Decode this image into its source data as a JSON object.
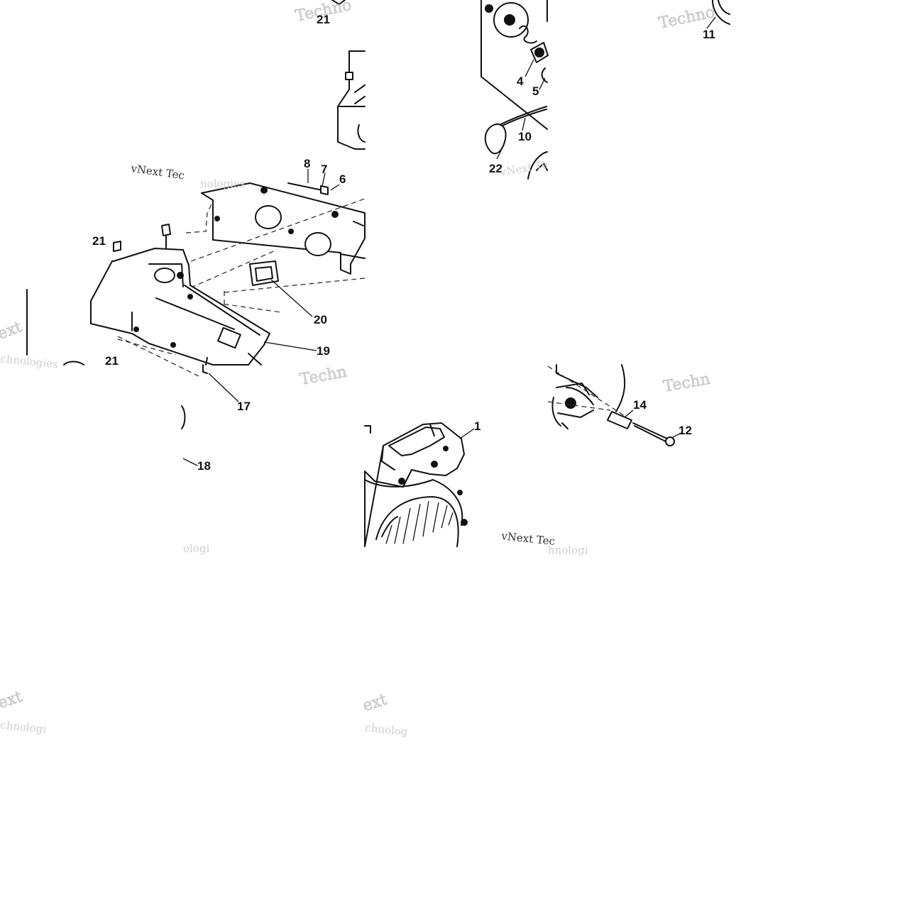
{
  "callouts": {
    "c21a": "21",
    "c11": "11",
    "c4": "4",
    "c5": "5",
    "c10": "10",
    "c22": "22",
    "c8": "8",
    "c7": "7",
    "c6": "6",
    "c21b": "21",
    "c20": "20",
    "c19": "19",
    "c21c": "21",
    "c17": "17",
    "c18": "18",
    "c1": "1",
    "c14": "14",
    "c12": "12"
  },
  "watermarks": {
    "w1": "Techno",
    "w2": "Techn",
    "w3": "vNext Tec",
    "w4": "nologies",
    "w5": "vNext Tec",
    "w6": "ext",
    "w7": "chnologies",
    "w8": "Techn",
    "w9": "Techno",
    "w10": "vNext Te",
    "w11": "hnologi",
    "w12": "ologi",
    "w13": "ext",
    "w14": "chnologi",
    "w15": "ext",
    "w16": "chnolog"
  }
}
